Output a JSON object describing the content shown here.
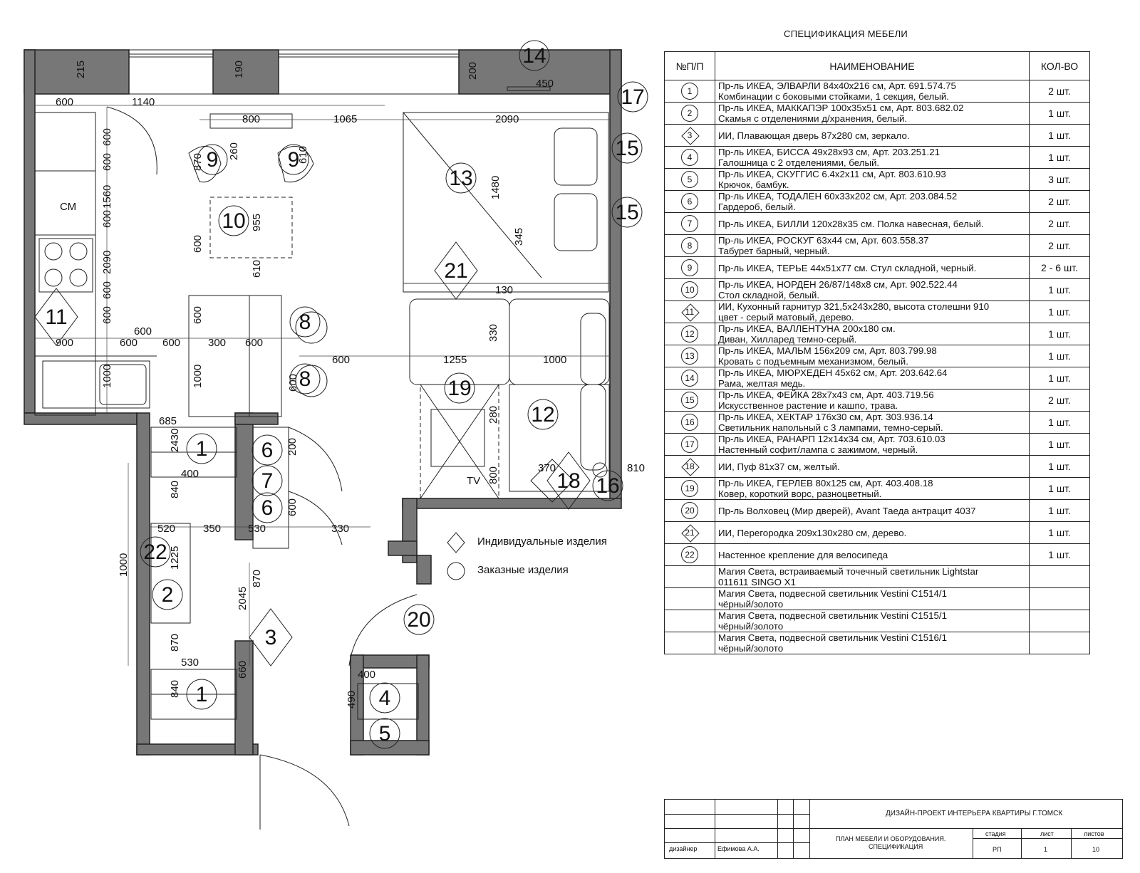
{
  "spec": {
    "title": "СПЕЦИФИКАЦИЯ МЕБЕЛИ",
    "headers": {
      "num": "№П/П",
      "name": "НАИМЕНОВАНИЕ",
      "qty": "КОЛ-ВО"
    },
    "rows": [
      {
        "n": "1",
        "shape": "circle",
        "line1": "Пр-ль ИКЕА, ЭЛВАРЛИ 84х40х216 см, Арт. 691.574.75",
        "line2": "Комбинации с боковыми стойками, 1 секция, белый.",
        "qty": "2 шт."
      },
      {
        "n": "2",
        "shape": "circle",
        "line1": "Пр-ль ИКЕА, МАККАПЭР 100х35х51 см, Арт. 803.682.02",
        "line2": "Скамья с отделениями д/хранения, белый.",
        "qty": "1 шт."
      },
      {
        "n": "3",
        "shape": "diamond",
        "line1": "ИИ, Плавающая дверь 87х280 см, зеркало.",
        "line2": "",
        "qty": "1 шт."
      },
      {
        "n": "4",
        "shape": "circle",
        "line1": "Пр-ль ИКЕА, БИССА 49х28х93 см, Арт. 203.251.21",
        "line2": "Галошница с 2 отделениями, белый.",
        "qty": "1 шт."
      },
      {
        "n": "5",
        "shape": "circle",
        "line1": "Пр-ль ИКЕА, СКУГГИС 6.4х2х11 см, Арт. 803.610.93",
        "line2": "Крючок, бамбук.",
        "qty": "3 шт."
      },
      {
        "n": "6",
        "shape": "circle",
        "line1": "Пр-ль ИКЕА, ТОДАЛЕН 60х33х202 см, Арт. 203.084.52",
        "line2": "Гардероб, белый.",
        "qty": "2 шт."
      },
      {
        "n": "7",
        "shape": "circle",
        "line1": "Пр-ль ИКЕА, БИЛЛИ 120х28х35 см. Полка навесная, белый.",
        "line2": "",
        "qty": "2 шт."
      },
      {
        "n": "8",
        "shape": "circle",
        "line1": "Пр-ль ИКЕА, РОСКУГ 63х44 см, Арт. 603.558.37",
        "line2": "Табурет барный, черный.",
        "qty": "2 шт."
      },
      {
        "n": "9",
        "shape": "circle",
        "line1": "Пр-ль ИКЕА, ТЕРЬЕ 44х51х77 см. Стул складной, черный.",
        "line2": "",
        "qty": "2 - 6 шт."
      },
      {
        "n": "10",
        "shape": "circle",
        "line1": "Пр-ль ИКЕА, НОРДЕН 26/87/148х8 см, Арт. 902.522.44",
        "line2": "Стол складной, белый.",
        "qty": "1 шт."
      },
      {
        "n": "11",
        "shape": "diamond",
        "line1": "ИИ, Кухонный гарнитур 321,5х243х280, высота столешни 910",
        "line2": "цвет - серый матовый, дерево.",
        "qty": "1 шт."
      },
      {
        "n": "12",
        "shape": "circle",
        "line1": "Пр-ль ИКЕА, ВАЛЛЕНТУНА 200х180 см.",
        "line2": "Диван, Хилларед темно-серый.",
        "qty": "1 шт."
      },
      {
        "n": "13",
        "shape": "circle",
        "line1": "Пр-ль ИКЕА, МАЛЬМ 156х209 см, Арт. 803.799.98",
        "line2": "Кровать с подъемным механизмом, белый.",
        "qty": "1 шт."
      },
      {
        "n": "14",
        "shape": "circle",
        "line1": "Пр-ль ИКЕА, МЮРХЕДЕН 45х62 см, Арт. 203.642.64",
        "line2": "Рама, желтая медь.",
        "qty": "1 шт."
      },
      {
        "n": "15",
        "shape": "circle",
        "line1": "Пр-ль ИКЕА, ФЕЙКА 28х7х43 см, Арт. 403.719.56",
        "line2": "Искусственное растение и кашпо, трава.",
        "qty": "2 шт."
      },
      {
        "n": "16",
        "shape": "circle",
        "line1": "Пр-ль ИКЕА, ХЕКТАР 176х30 см, Арт. 303.936.14",
        "line2": "Светильник напольный с 3 лампами, темно-серый.",
        "qty": "1 шт."
      },
      {
        "n": "17",
        "shape": "circle",
        "line1": "Пр-ль ИКЕА, РАНАРП 12х14х34 см, Арт. 703.610.03",
        "line2": "Настенный софит/лампа с зажимом, черный.",
        "qty": "1 шт."
      },
      {
        "n": "18",
        "shape": "diamond",
        "line1": "ИИ, Пуф 81х37 см, желтый.",
        "line2": "",
        "qty": "1 шт."
      },
      {
        "n": "19",
        "shape": "circle",
        "line1": "Пр-ль ИКЕА, ГЕРЛЕВ 80х125 см, Арт. 403.408.18",
        "line2": "Ковер, короткий ворс, разноцветный.",
        "qty": "1 шт."
      },
      {
        "n": "20",
        "shape": "circle",
        "line1": "Пр-ль Волховец (Мир дверей), Avant Таеда антрацит 4037",
        "line2": "",
        "qty": "1 шт."
      },
      {
        "n": "21",
        "shape": "diamond",
        "line1": "ИИ, Перегородка 209х130х280 см, дерево.",
        "line2": "",
        "qty": "1 шт."
      },
      {
        "n": "22",
        "shape": "circle",
        "line1": "Настенное крепление для велосипеда",
        "line2": "",
        "qty": "1 шт."
      },
      {
        "n": "",
        "shape": "none",
        "line1": "Магия Света, встраиваемый точечный светильник Lightstar",
        "line2": "011611 SINGO X1",
        "qty": ""
      },
      {
        "n": "",
        "shape": "none",
        "line1": "Магия Света, подвесной светильник Vestini C1514/1",
        "line2": "чёрный/золото",
        "qty": ""
      },
      {
        "n": "",
        "shape": "none",
        "line1": "Магия Света, подвесной светильник Vestini C1515/1",
        "line2": "чёрный/золото",
        "qty": ""
      },
      {
        "n": "",
        "shape": "none",
        "line1": "Магия Света, подвесной светильник Vestini C1516/1",
        "line2": "чёрный/золото",
        "qty": ""
      }
    ]
  },
  "legend": {
    "individual": "Индивидуальные изделия",
    "custom": "Заказные изделия"
  },
  "stamp": {
    "project": "ДИЗАЙН-ПРОЕКТ ИНТЕРЬЕРА КВАРТИРЫ Г.ТОМСК",
    "sheet_title_1": "ПЛАН  МЕБЕЛИ И ОБОРУДОВАНИЯ.",
    "sheet_title_2": "СПЕЦИФИКАЦИЯ",
    "role": "дизайнер",
    "designer": "Ефимова А.А.",
    "stage_label": "стадия",
    "sheet_label": "лист",
    "sheets_label": "листов",
    "stage": "РП",
    "sheet": "1",
    "sheets": "10"
  },
  "plan": {
    "labels": [
      "1",
      "1",
      "2",
      "3",
      "4",
      "5",
      "6",
      "6",
      "7",
      "8",
      "8",
      "9",
      "9",
      "10",
      "11",
      "12",
      "13",
      "14",
      "15",
      "15",
      "16",
      "17",
      "18",
      "19",
      "20",
      "21",
      "22"
    ],
    "dims": [
      "215",
      "190",
      "200",
      "450",
      "600",
      "1140",
      "800",
      "1065",
      "2090",
      "600",
      "870",
      "260",
      "610",
      "1480",
      "1560",
      "600",
      "955",
      "610",
      "345",
      "130",
      "2090",
      "600",
      "600",
      "600",
      "900",
      "600",
      "600",
      "300",
      "600",
      "330",
      "1000",
      "600",
      "1255",
      "1000",
      "1000",
      "600",
      "685",
      "2430",
      "400",
      "840",
      "520",
      "350",
      "530",
      "330",
      "1225",
      "1000",
      "2045",
      "870",
      "660",
      "870",
      "530",
      "840",
      "400",
      "490",
      "280",
      "800",
      "370",
      "810",
      "200",
      "600",
      "600",
      "600",
      "600",
      "600"
    ],
    "misc": {
      "cm": "СМ",
      "tv": "TV"
    }
  }
}
